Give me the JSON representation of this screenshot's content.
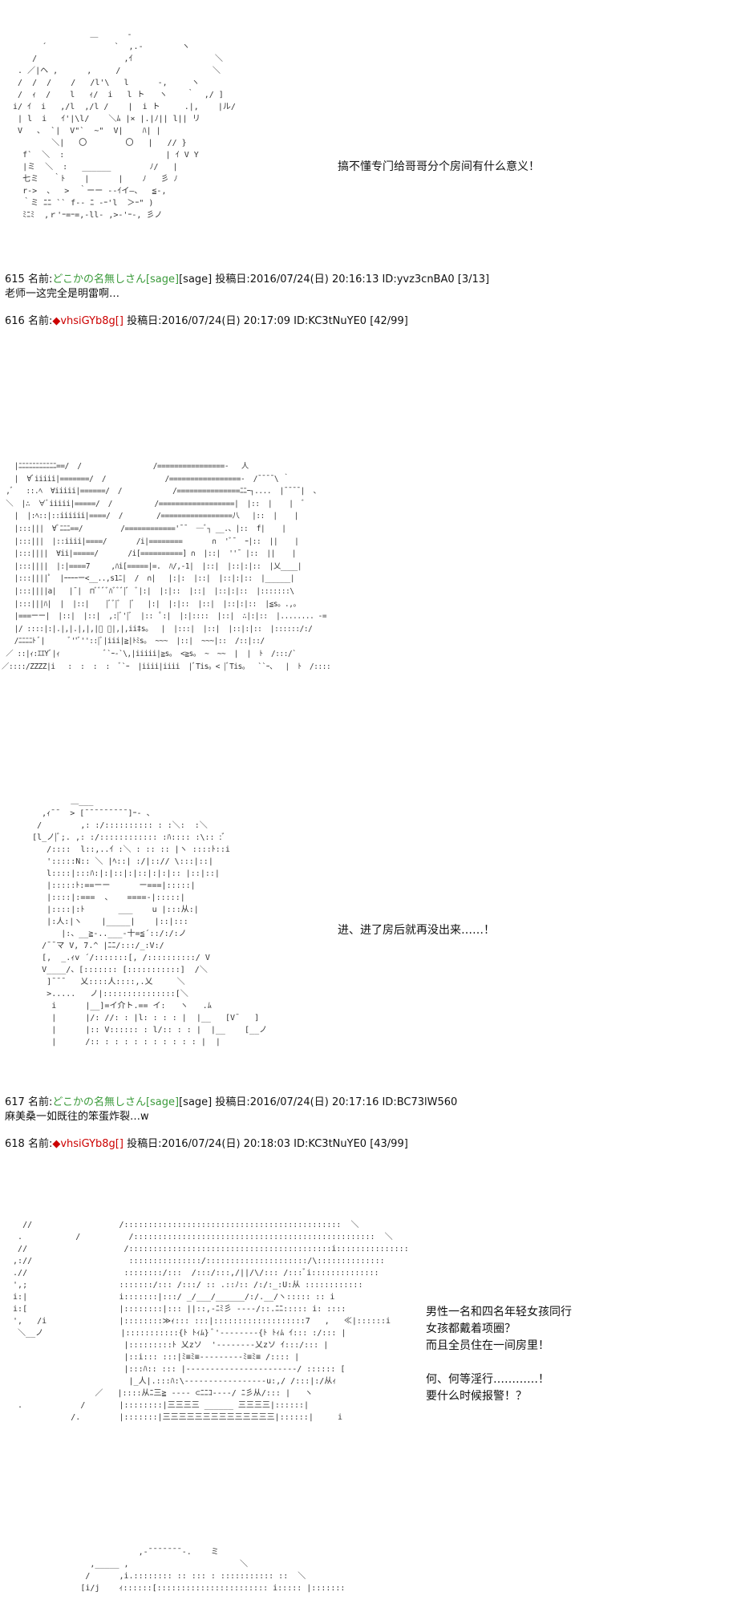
{
  "art": {
    "aa1": "                  ＿      ‐\n        ´              `  ,.-        ヽ\n      /                  ,ｲ                 ＼\n   . ／|ヘ ,      ,     /                   ＼\n   /  /  /    /   /l'\\   l      ‐,     ヽ\n   /  ｨ  /    l   ｨ/  i   l ト   ヽ    ｀  ,/ ]\n  i/ ｲ  i   ,/l  ,/l /    |  i ト     .|,    |ル/\n   | l  i   ｲ'|\\l/    ＼ﾑ |× |.|ﾉ|| l|| リ\n   V   ､  `|  V\"`  ~\"  V|    ﾊ| |\n          ＼|   〇        〇   |   // }\n    f`  ＼  :                     | ｲ V Y\n    |ミ  ＼  :   ______        ﾉ/   |\n    七ミ   ｀ﾄ    |      |    ﾉ   彡 ﾉ\n    r->  、  >  ｀ーー ‐-ｲイ—、  ≦-,\n    ｀ミ ﾆﾆ `` f-- ﾆ -ｰ'l  ＞ｰ\" )\n    ﾐﾆﾐ  ,ｒ'ｰ=ｰ=,-ll- ,>-'ｰ-, 彡ノ",
    "aa2": "   |ﾆﾆﾆﾆﾆﾆﾆﾆﾆﾆﾆ==/  /                 /================‐   人\n   |  ∀ﾞiiiii|=======/  /              /=================‐  /¯¯¯¯\\ ｀\n ,ﾞ   ::.ﾍ  ∀iiiii|======/  /            /===============ﾆﾆｰ┐....  |¯¯¯¯|  、\n ＼  |∴  ∀ﾞiiiii|=====/  /          /==================|  |::  |    |  ﾞ\n   |  |:ﾍ::|::iiiiii|====/  /        /=================八   |::  |    |\n   |:::|||  ∀ﾞﾆﾆﾆ==/         /============'¯¯  ─ﾞ┐ __.、|::  f|    |\n   |:::|||  |::iiii|====/       /i|========       ∩  'ﾞ¯  ｰ|::  ||    |\n   |:::||||  ∀ii|=====/       /i[==========] ∩  |::|  ''¯ |::  ||    |\n   |:::||||  |:|====7     ,ﾊi[=====|=.  ﾊ/,-1|  |::|  |::|:|::  |乂____|\n   |:::||||ﾟ  |ｰｰｰｰー<__..,s1ﾆ|  /  ∩|   |:|:  |::|  |::|:|::  |______|\n   |:::||||a|   |¯|  ⊓ﾞﾞﾞﾞﾊﾞﾞﾞ|ﾞ  ﾞ|:|  |:|::  |::|  |::|:|::  |:::::::\\\n   |:::|||ﾊ|  |  |::|    |ﾞﾞ|ﾞ  |ﾞ   |:|  |:|::  |::|  |::|:|::  |≦s。.,。\n   |===ーー|  |::|  |::|  ,:|ﾞ'|ﾞ  |::  ﾟ:|  |:|::::  |::|  ∴|:|::  |........ -=\n   |/ ::::|:|.|,|.|,|,|ﾞ ﾞ|,|,ii‡s。  |  |:::|  |::|  |::|:|::  |::::::/:/\n   /ﾆﾆﾆﾆﾄ ﾞ|      ﾞ''ﾞ''::|ﾞ|iii|≧|ﾄﾐs。 ~~~  |::|  ~~~|::  /::|::/\n ／ ::|ｨ:ｴｴYﾞ|ｨ           ﾞ`ｰ‐`\\,|iiiii|≧s。 <≧s。 ~  ~~  |  |  ﾄ  /:::/`\n／::::/ZZZZ|i   :  :  :  :  ﾞ`ｰ  |iiii|iiii  |ﾞTis。< |ﾞTis。  ``ｰ、  |  ﾄ  /::::",
    "aa3": "              ＿___\n        ,ｨ¯¯  > [¯¯¯¯¯¯¯¯¯]ｰ‐ 、\n       /        ,: :/:::::::::: : :＼:  :＼\n      [l_ノ|ﾞ;. ,: :/:::::::::::: :ﾊ:::: :\\:: :ﾞ\n         /::::  l::,..ｲ :＼ : :: :: |ヽ ::::ﾄ::i\n         ':::::N:: ＼ |ﾍ::| :/|::// \\:::|::|\n         l::::|:::ﾊ:|:|::|:|::|:|:|:: |::|::|\n         |:::::ﾄ:==ーー      ー===|:::::|\n         |::::|:===  、   ====‐|:::::|\n         |::::|:ﾄ       ___    u |:::从:|\n         |:人:|ヽ    |_____|    |::|:::\n            |:、__≧-..___-十=≦´::/:/:ノ\n        /¯¯マ V, 7.^ |ﾆﾆ/:::/_:V:/\n        [,  _.ｨv ´/:::::::[, /::::::::::/ V\n        V____/、[::::::: [:::::::::::]  /＼\n         ]¯¯¯   乂::::人::::,.乂     ＼\n         >.....   ノ|:::::::::::::::[＼\n          i      |__]=イ介ト.== イ:   ヽ   .ﾑ\n          |      |/: //: : |l: : : : |  |__   [V¯   ]\n          |      |:: V:::::: : l/:: : : |  |__    [__ノ\n          |      /:: : : : : : : : : : : |  |",
    "aa4": "    //                  /:::::::::::::::::::::::::::::::::::::::::::::  ＼\n   .           /          /::::::::::::::::::::::::::::::::::::::::::::::::::  ＼\n   //                    /::::::::::::::::::::::::::::::::::::::::::i:::::::::::::::\n  ,://                    :::::::::::::::/:::::::::::::::::::::/\\::::::::::::::\n  .//                    ::::::::/:::  /:::/:::,/||/\\/::: /:::ﾞi::::::::::::::\n  ',;                   :::::::/::: /:::/ :: .::ﾉ:: /:/:_:U:从 ::::::::::::\n  i:|                   i:::::::|:::/ _/___/______/:/.__/ヽ::::: :: i\n  i:[                   |::::::::|::: ||::,-ﾆﾐ彡 ‐‐‐‐/::.ﾆﾆ::::: i: ::::\n  ',   /i               |::::::::≫ｨ::: :::|:::::::::::::::::::7   ,   ≪|::::::i\n   ＼__ノ                |:::::::::::{ﾄ ﾄｨﾑ} ﾞ'‐‐‐‐‐‐‐‐{ﾄ ﾄｨﾑ ｲ::: :/::: |\n                         |:::::::::ﾄ 乂zソ  '‐‐‐‐‐‐‐‐乂zソ ｲ:::/::: |\n                         |::i::: :::|ﾐ≡ﾐ≡‐‐‐‐‐‐‐‐‐ﾐ≡ﾐ≡ /:::: |\n                         |:::ﾊ:: ::: |‐‐‐‐‐‐‐‐‐‐‐‐‐‐‐‐‐‐‐‐‐‐‐/ :::::: [\n                          |_人|.:::ﾊ:\\‐‐‐‐‐‐‐‐‐‐‐‐‐‐‐‐‐u:,/ /:::|:/从ｨ\n                   ／   |::::从ﾆ三≧ ‐‐‐‐ ⊂ﾆﾆｺ‐‐‐‐/ ﾆ彡从/::: |   ヽ\n   .            /       |::::::::|三三三三 ______ 三三三三|::::::|\n              /.        |:::::::|三三三三三三三三三三三三三三|::::::|     i",
    "aa5": "                            ,-¯¯¯¯¯¯¯‐.    ミ\n                  ,_____ ,                       ＼\n                 /      ,i.:::::::: :: ::: : ::::::::::: ::  ＼\n                [i/j    ｨ::::::[::::::::::::::::::::::: i::::: |:::::::"
  },
  "dialog": {
    "d1": "搞不懂专门给哥哥分个房间有什么意义！",
    "d2": "进、进了房后就再没出来……！",
    "d3": "男性一名和四名年轻女孩同行\n女孩都戴着项圈？\n而且全员住在一间房里！\n\n何、何等淫行…………！\n要什么时候报警！？"
  },
  "posts": [
    {
      "number_label": "615 名前:",
      "name": "どこかの名無しさん",
      "sage_link": "[sage]",
      "mail": "[sage]",
      "posted": " 投稿日:2016/07/24(日) 20:16:13 ID:yvz3cnBA0 [3/13]",
      "body": "老师一这完全是明雷啊…"
    },
    {
      "number_label": "616 名前:",
      "diamond": "◆",
      "name": "vhsiGYb8g",
      "bracket": "[]",
      "posted": " 投稿日:2016/07/24(日) 20:17:09 ID:KC3tNuYE0 [42/99]"
    },
    {
      "number_label": "617 名前:",
      "name": "どこかの名無しさん",
      "sage_link": "[sage]",
      "mail": "[sage]",
      "posted": " 投稿日:2016/07/24(日) 20:17:16 ID:BC73lW560",
      "body": "麻美桑一如既往的笨蛋炸裂…w"
    },
    {
      "number_label": "618 名前:",
      "diamond": "◆",
      "name": "vhsiGYb8g",
      "bracket": "[]",
      "posted": " 投稿日:2016/07/24(日) 20:18:03 ID:KC3tNuYE0 [43/99]"
    }
  ]
}
